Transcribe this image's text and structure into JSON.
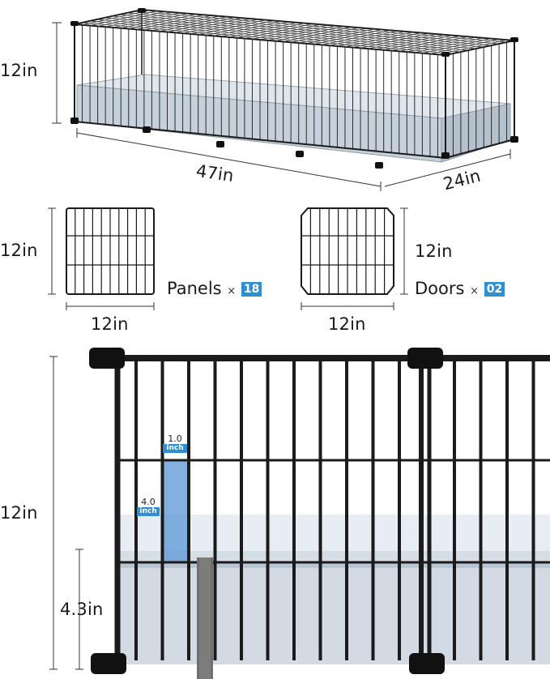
{
  "top": {
    "height_label": "12in",
    "length_label": "47in",
    "width_label": "24in"
  },
  "panel": {
    "height_label": "12in",
    "width_label": "12in",
    "name": "Panels",
    "times": "×",
    "count": "18"
  },
  "door": {
    "height_label": "12in",
    "width_label": "12in",
    "name": "Doors",
    "times": "×",
    "count": "02"
  },
  "detail": {
    "height_label": "12in",
    "base_label": "4.3in",
    "gap_value": "1.0",
    "gap_unit": "inch",
    "grid_value": "4.0",
    "grid_unit": "inch"
  },
  "colors": {
    "wire": "#1c1c1c",
    "base": "#c9d4de",
    "accent": "#2f8fd0"
  }
}
